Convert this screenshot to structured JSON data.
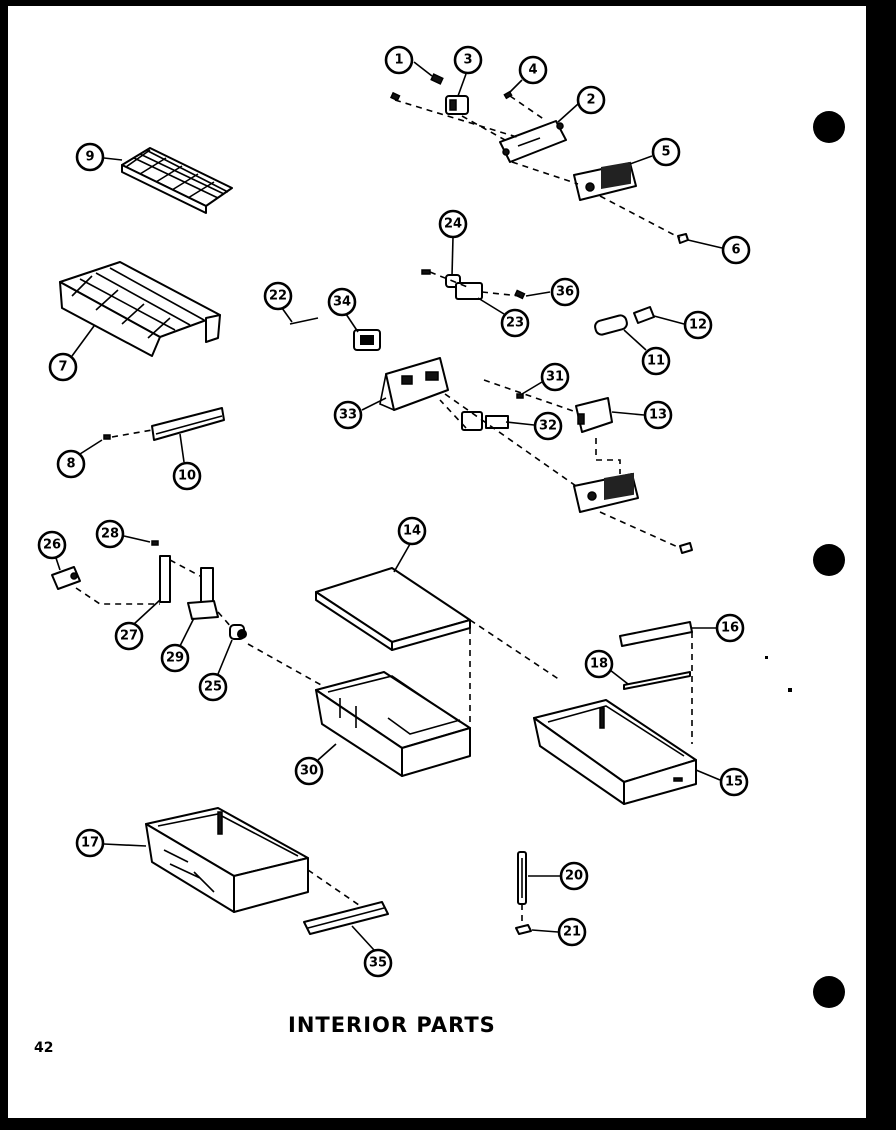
{
  "title": "INTERIOR PARTS",
  "page_number": "42",
  "callouts": [
    {
      "n": "1"
    },
    {
      "n": "3"
    },
    {
      "n": "4"
    },
    {
      "n": "2"
    },
    {
      "n": "5"
    },
    {
      "n": "6"
    },
    {
      "n": "9"
    },
    {
      "n": "24"
    },
    {
      "n": "36"
    },
    {
      "n": "23"
    },
    {
      "n": "22"
    },
    {
      "n": "34"
    },
    {
      "n": "12"
    },
    {
      "n": "11"
    },
    {
      "n": "7"
    },
    {
      "n": "31"
    },
    {
      "n": "33"
    },
    {
      "n": "32"
    },
    {
      "n": "13"
    },
    {
      "n": "8"
    },
    {
      "n": "10"
    },
    {
      "n": "28"
    },
    {
      "n": "26"
    },
    {
      "n": "14"
    },
    {
      "n": "27"
    },
    {
      "n": "29"
    },
    {
      "n": "25"
    },
    {
      "n": "16"
    },
    {
      "n": "18"
    },
    {
      "n": "30"
    },
    {
      "n": "15"
    },
    {
      "n": "17"
    },
    {
      "n": "20"
    },
    {
      "n": "21"
    },
    {
      "n": "35"
    }
  ]
}
